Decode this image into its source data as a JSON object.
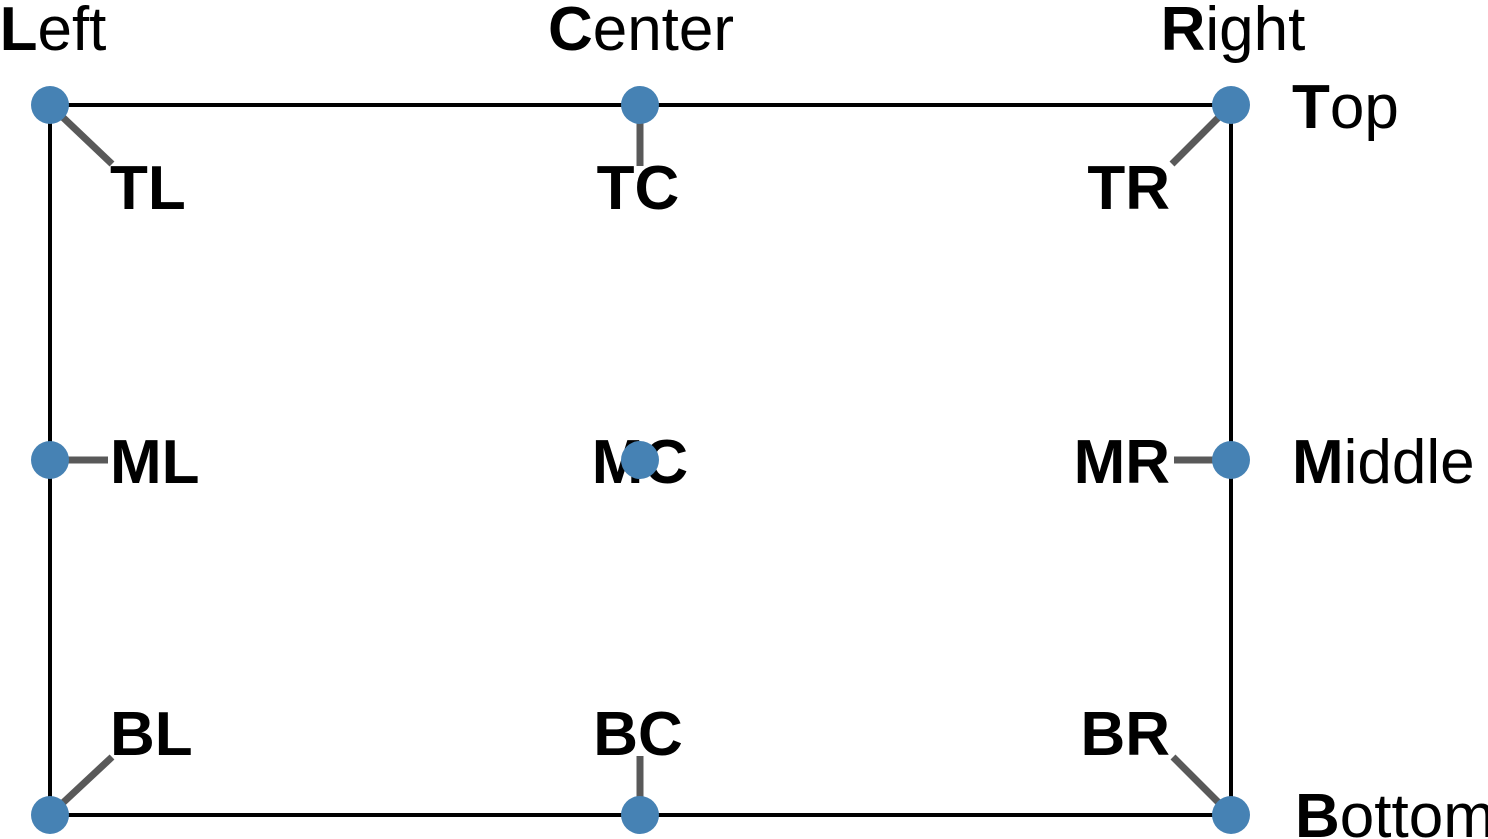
{
  "figure": {
    "title_semantic": "text-anchor-position-diagram",
    "column_headers": {
      "left": {
        "initial": "L",
        "rest": "eft"
      },
      "center": {
        "initial": "C",
        "rest": "enter"
      },
      "right": {
        "initial": "R",
        "rest": "ight"
      }
    },
    "row_headers": {
      "top": {
        "initial": "T",
        "rest": "op"
      },
      "middle": {
        "initial": "M",
        "rest": "iddle"
      },
      "bottom": {
        "initial": "B",
        "rest": "ottom"
      }
    },
    "anchor_labels": {
      "tl": "TL",
      "tc": "TC",
      "tr": "TR",
      "ml": "ML",
      "mc": "MC",
      "mr": "MR",
      "bl": "BL",
      "bc": "BC",
      "br": "BR"
    },
    "colors": {
      "dot": "#4682B4",
      "leader": "#595959",
      "frame": "#000000",
      "text": "#000000",
      "background": "#FFFFFF"
    }
  }
}
